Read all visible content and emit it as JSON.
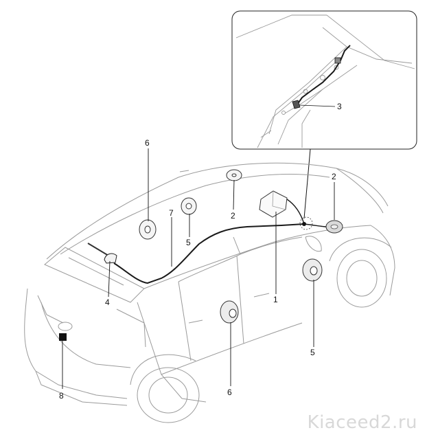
{
  "diagram": {
    "callouts": {
      "c1": "1",
      "c2_roof": "2",
      "c2_front": "2",
      "c3": "3",
      "c4": "4",
      "c5_roof": "5",
      "c5_door": "5",
      "c6_roof": "6",
      "c6_door": "6",
      "c7": "7",
      "c8": "8"
    }
  },
  "watermark": "Kiaceed2.ru",
  "colors": {
    "line": "#1a1a1a",
    "thin": "#9a9a9a",
    "shade": "#d9d9d9",
    "shadeDark": "#555555"
  }
}
